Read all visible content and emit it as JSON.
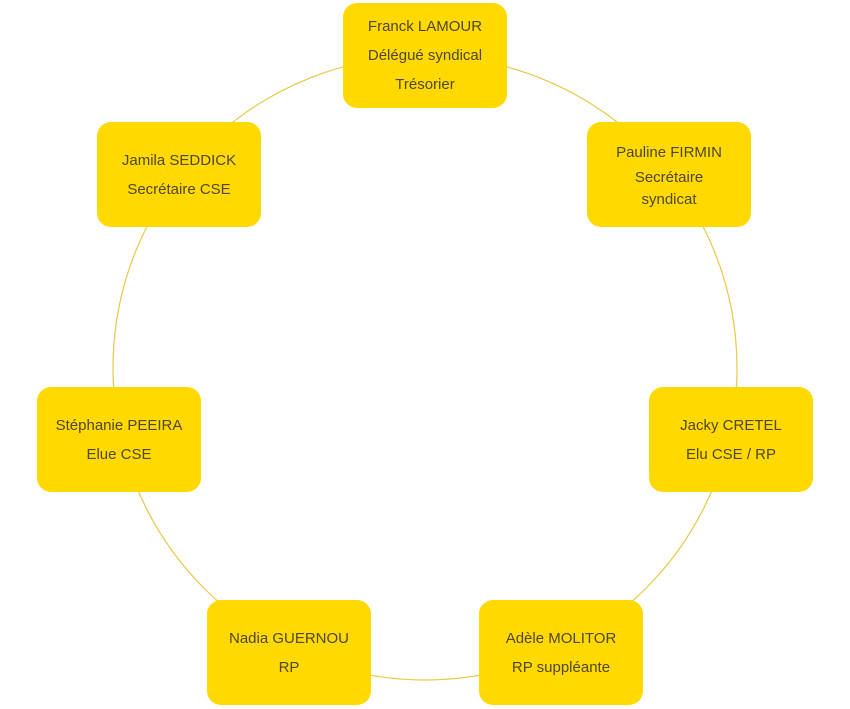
{
  "colors": {
    "box_fill": "#FFD900",
    "text": "#4f4726",
    "ring": "#E8C84A"
  },
  "members": [
    {
      "name": "Franck LAMOUR",
      "roles": [
        "Délégué syndical",
        "Trésorier"
      ]
    },
    {
      "name": "Pauline FIRMIN",
      "roles": [
        "Secrétaire syndicat"
      ]
    },
    {
      "name": "Jacky CRETEL",
      "roles": [
        "Elu CSE / RP"
      ]
    },
    {
      "name": "Adèle MOLITOR",
      "roles": [
        "RP suppléante"
      ]
    },
    {
      "name": "Nadia GUERNOU",
      "roles": [
        "RP"
      ]
    },
    {
      "name": "Stéphanie PEEIRA",
      "roles": [
        "Elue CSE"
      ]
    },
    {
      "name": "Jamila SEDDICK",
      "roles": [
        "Secrétaire CSE"
      ]
    }
  ]
}
